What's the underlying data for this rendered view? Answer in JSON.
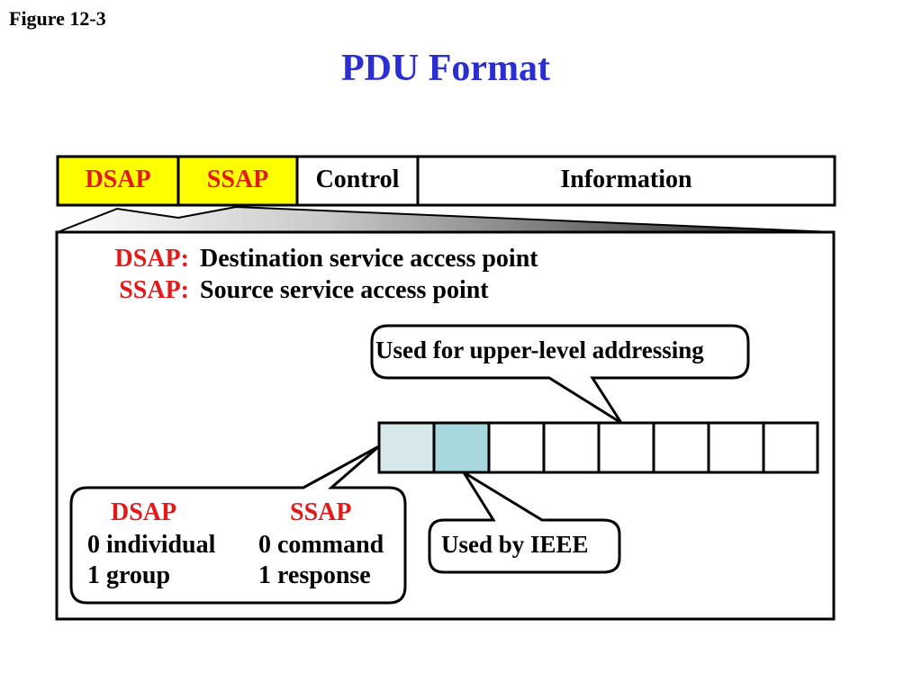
{
  "figure_label": "Figure 12-3",
  "title": "PDU Format",
  "pdu_fields": [
    "DSAP",
    "SSAP",
    "Control",
    "Information"
  ],
  "definitions": [
    {
      "term": "DSAP:",
      "text": "Destination service access point"
    },
    {
      "term": "SSAP:",
      "text": "Source service access point"
    }
  ],
  "callouts": {
    "upper": "Used for upper-level addressing",
    "ieee": "Used by IEEE"
  },
  "bits_box": {
    "dsap_heading": "DSAP",
    "ssap_heading": "SSAP",
    "dsap_values": [
      "0 individual",
      "1 group"
    ],
    "ssap_values": [
      "0 command",
      "1 response"
    ]
  },
  "colors": {
    "title": "#2b2fd1",
    "highlight": "#ffff00",
    "term": "#e21a1a",
    "bit_light": "#d6e8ea",
    "bit_teal": "#a6d8de"
  }
}
